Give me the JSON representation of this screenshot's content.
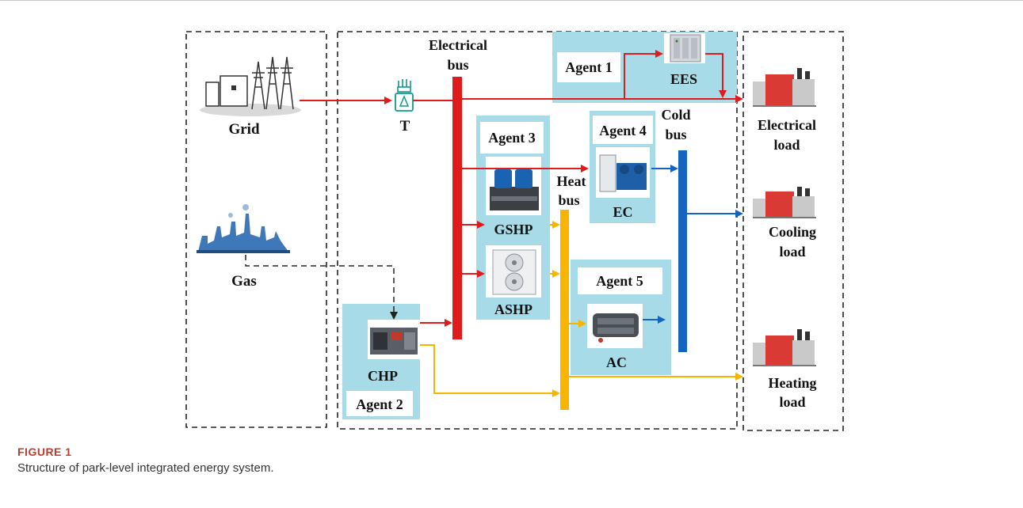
{
  "diagram": {
    "buses": {
      "electrical": [
        "Electrical",
        "bus"
      ],
      "heat": [
        "Heat",
        "bus"
      ],
      "cold": [
        "Cold",
        "bus"
      ]
    },
    "sources": {
      "grid": "Grid",
      "gas": "Gas",
      "transformer": "T"
    },
    "agents": {
      "agent1": "Agent 1",
      "agent2": "Agent 2",
      "agent3": "Agent 3",
      "agent4": "Agent 4",
      "agent5": "Agent 5"
    },
    "devices": {
      "ees": "EES",
      "chp": "CHP",
      "gshp": "GSHP",
      "ashp": "ASHP",
      "ec": "EC",
      "ac": "AC"
    },
    "loads": {
      "electrical": [
        "Electrical",
        "load"
      ],
      "cooling": [
        "Cooling",
        "load"
      ],
      "heating": [
        "Heating",
        "load"
      ]
    },
    "colors": {
      "electrical": "#e01b1b",
      "heat": "#f7b500",
      "cold": "#1565c0",
      "agent_bg": "#a8dbe8",
      "gas": "#222222"
    }
  },
  "figure": {
    "label": "FIGURE 1",
    "caption": "Structure of park-level integrated energy system."
  }
}
